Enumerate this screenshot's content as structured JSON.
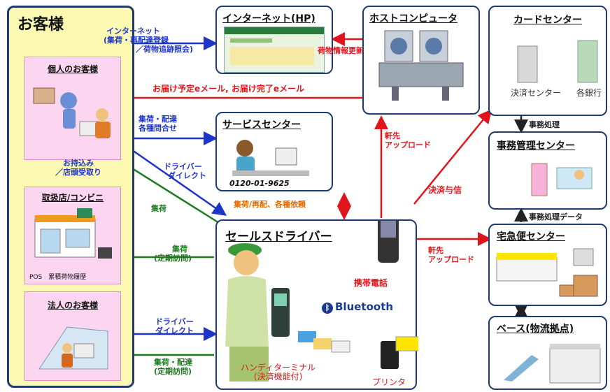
{
  "customers": {
    "title": "お客様",
    "individual": "個人のお客様",
    "store": "取扱店/コンビニ",
    "store_caption": "POS　累積荷物履歴",
    "corporate": "法人のお客様"
  },
  "internet_box": {
    "title": "インターネット(HP)"
  },
  "host_box": {
    "title": "ホストコンピュータ"
  },
  "card_box": {
    "title": "カードセンター",
    "settlement": "決済センター",
    "banks": "各銀行"
  },
  "service_box": {
    "title": "サービスセンター",
    "phone": "0120-01-9625"
  },
  "office_box": {
    "title": "事務管理センター"
  },
  "driver_box": {
    "title": "セールスドライバー",
    "mobile": "携帯電話",
    "bluetooth": "Bluetooth",
    "handy_1": "ハンディターミナル",
    "handy_2": "(決済機能付)",
    "printer": "プリンタ"
  },
  "takkyu_box": {
    "title": "宅急便センター"
  },
  "base_box": {
    "title": "ベース(物流拠点)"
  },
  "labels": {
    "internet_1": "インターネット",
    "internet_2": "(集荷・再配達登録",
    "internet_3": "／荷物追跡照会)",
    "cargo_update": "荷物情報更新",
    "email": "お届け予定eメール, お届け完了eメール",
    "inquiry_1": "集荷・配達",
    "inquiry_2": "各種問合せ",
    "direct_1a": "ドライバー",
    "direct_1b": "ダイレクト",
    "carry_in_1": "お持込み",
    "carry_in_2": "／店頭受取り",
    "pickup": "集荷",
    "requests": "集荷/再配、各種依頼",
    "regular_1": "集荷",
    "regular_2": "(定期訪問)",
    "direct_2a": "ドライバー",
    "direct_2b": "ダイレクト",
    "delivery_1": "集荷・配達",
    "delivery_2": "(定期訪問)",
    "upload_1a": "軒先",
    "upload_1b": "アップロード",
    "settlement_credit": "決済与信",
    "upload_2a": "軒先",
    "upload_2b": "アップロード",
    "office_processing": "事務処理",
    "office_data": "事務処理データ"
  }
}
